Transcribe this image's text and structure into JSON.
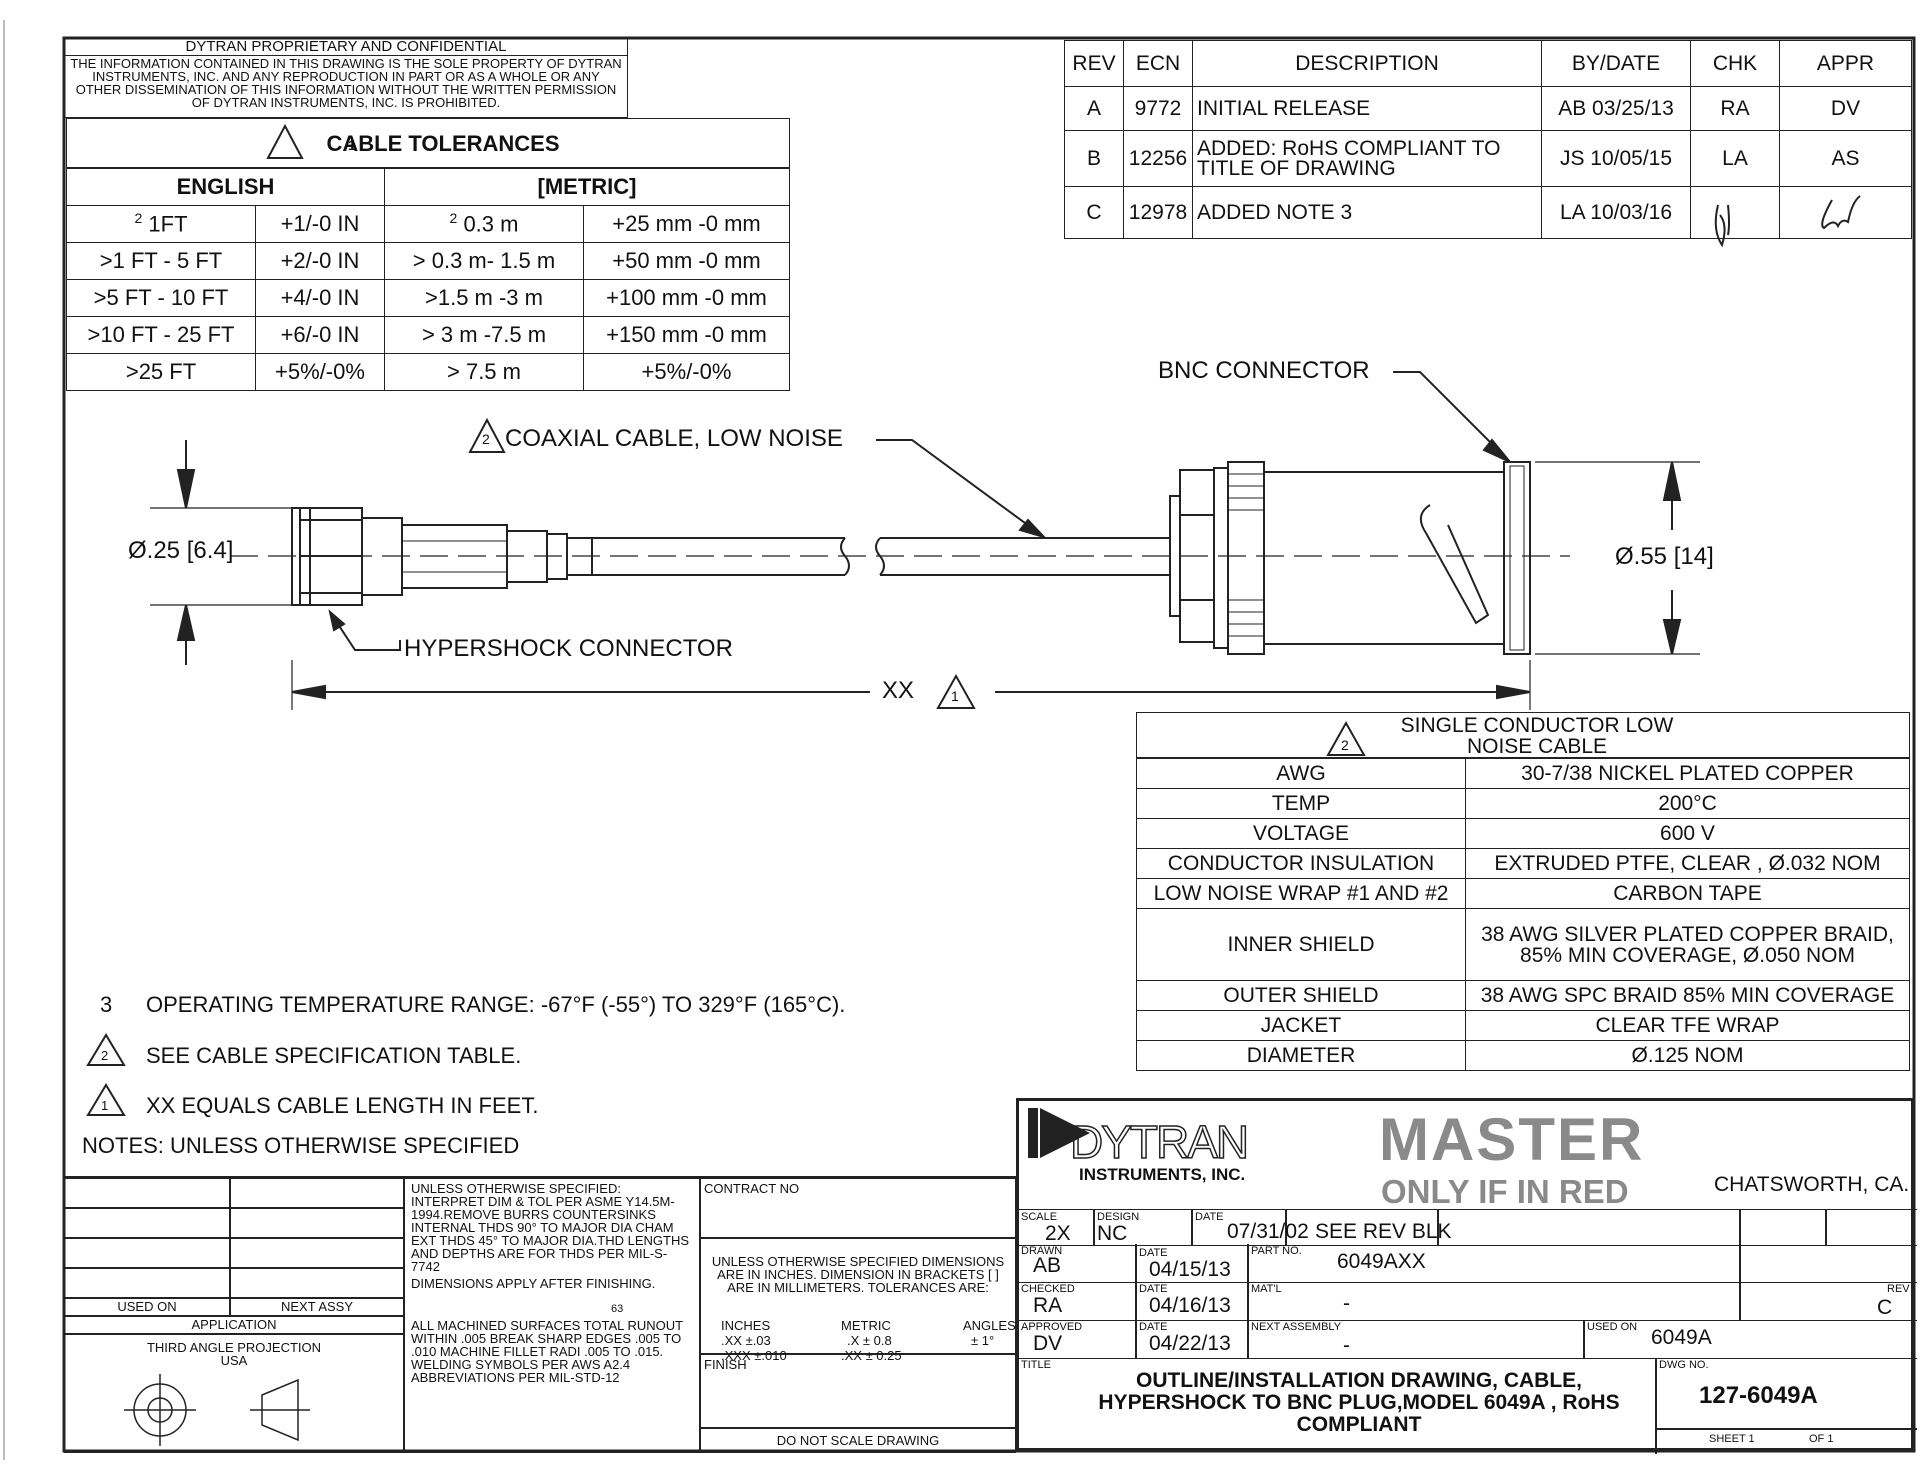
{
  "confidential": {
    "title": "DYTRAN PROPRIETARY AND CONFIDENTIAL",
    "text": "THE INFORMATION CONTAINED IN THIS DRAWING IS THE SOLE PROPERTY OF DYTRAN INSTRUMENTS, INC. AND ANY REPRODUCTION IN PART OR AS A WHOLE OR ANY OTHER DISSEMINATION OF THIS INFORMATION WITHOUT THE WRITTEN PERMISSION OF DYTRAN INSTRUMENTS, INC. IS PROHIBITED."
  },
  "tolerances": {
    "flag": "1",
    "title": "CABLE TOLERANCES",
    "english_header": "ENGLISH",
    "metric_header": "[METRIC]",
    "rows": [
      {
        "en_range": "1FT",
        "en_prefix": "2",
        "en_tol": "+1/-0 IN",
        "m_range": "0.3 m",
        "m_prefix": "2",
        "m_tol": "+25 mm -0 mm"
      },
      {
        "en_range": ">1 FT - 5 FT",
        "en_prefix": "",
        "en_tol": "+2/-0 IN",
        "m_range": "> 0.3 m- 1.5 m",
        "m_prefix": "",
        "m_tol": "+50 mm -0 mm"
      },
      {
        "en_range": ">5 FT - 10 FT",
        "en_prefix": "",
        "en_tol": "+4/-0 IN",
        "m_range": ">1.5 m -3 m",
        "m_prefix": "",
        "m_tol": "+100 mm -0 mm"
      },
      {
        "en_range": ">10 FT - 25 FT",
        "en_prefix": "",
        "en_tol": "+6/-0 IN",
        "m_range": "> 3 m -7.5 m",
        "m_prefix": "",
        "m_tol": "+150 mm -0 mm"
      },
      {
        "en_range": ">25 FT",
        "en_prefix": "",
        "en_tol": "+5%/-0%",
        "m_range": "> 7.5 m",
        "m_prefix": "",
        "m_tol": "+5%/-0%"
      }
    ]
  },
  "revisions": {
    "headers": [
      "REV",
      "ECN",
      "DESCRIPTION",
      "BY/DATE",
      "CHK",
      "APPR"
    ],
    "rows": [
      {
        "rev": "A",
        "ecn": "9772",
        "desc": "INITIAL RELEASE",
        "bydate": "AB 03/25/13",
        "chk": "RA",
        "appr": "DV"
      },
      {
        "rev": "B",
        "ecn": "12256",
        "desc": "ADDED: RoHS COMPLIANT TO TITLE OF DRAWING",
        "bydate": "JS 10/05/15",
        "chk": "LA",
        "appr": "AS"
      },
      {
        "rev": "C",
        "ecn": "12978",
        "desc": "ADDED NOTE 3",
        "bydate": "LA 10/03/16",
        "chk": "",
        "appr": ""
      }
    ]
  },
  "drawing": {
    "bnc_label": "BNC CONNECTOR",
    "coax_flag": "2",
    "coax_label": "COAXIAL CABLE, LOW NOISE",
    "dia_left": "Ø.25 [6.4]",
    "dia_right": "Ø.55 [14]",
    "hypershock_label": "HYPERSHOCK CONNECTOR",
    "length_label": "XX",
    "length_flag": "1"
  },
  "spec_table": {
    "flag": "2",
    "title": "SINGLE CONDUCTOR LOW NOISE CABLE",
    "rows": [
      {
        "k": "AWG",
        "v": "30-7/38 NICKEL PLATED COPPER"
      },
      {
        "k": "TEMP",
        "v": "200°C"
      },
      {
        "k": "VOLTAGE",
        "v": "600 V"
      },
      {
        "k": "CONDUCTOR INSULATION",
        "v": "EXTRUDED PTFE, CLEAR , Ø.032 NOM"
      },
      {
        "k": "LOW NOISE WRAP #1 AND #2",
        "v": "CARBON TAPE"
      },
      {
        "k": "INNER SHIELD",
        "v": "38 AWG SILVER PLATED COPPER BRAID, 85% MIN COVERAGE, Ø.050 NOM"
      },
      {
        "k": "OUTER SHIELD",
        "v": "38 AWG SPC BRAID 85% MIN COVERAGE"
      },
      {
        "k": "JACKET",
        "v": "CLEAR TFE WRAP"
      },
      {
        "k": "DIAMETER",
        "v": "Ø.125 NOM"
      }
    ]
  },
  "notes": {
    "note3_num": "3",
    "note3": "OPERATING TEMPERATURE RANGE: -67°F (-55°) TO 329°F (165°C).",
    "note2_flag": "2",
    "note2": "SEE CABLE SPECIFICATION TABLE.",
    "note1_flag": "1",
    "note1": "XX EQUALS CABLE LENGTH IN FEET.",
    "header": "NOTES: UNLESS OTHERWISE SPECIFIED"
  },
  "title_block": {
    "used_on": "USED ON",
    "next_assy": "NEXT ASSY",
    "application": "APPLICATION",
    "projection": "THIRD ANGLE PROJECTION",
    "projection_country": "USA",
    "general_notes": "UNLESS OTHERWISE SPECIFIED: INTERPRET DIM & TOL PER ASME Y14.5M-1994.REMOVE BURRS COUNTERSINKS INTERNAL THDS 90° TO MAJOR DIA CHAM EXT THDS 45° TO MAJOR DIA.THD LENGTHS AND DEPTHS ARE FOR THDS PER MIL-S-7742",
    "dims_after": "DIMENSIONS APPLY AFTER FINISHING.",
    "surface_num": "63",
    "surfaces": "ALL MACHINED SURFACES TOTAL RUNOUT WITHIN .005 BREAK SHARP EDGES .005 TO .010 MACHINE FILLET RADI .005 TO .015. WELDING SYMBOLS PER AWS A2.4 ABBREVIATIONS PER MIL-STD-12",
    "contract_no": "CONTRACT NO",
    "dims_note": "UNLESS OTHERWISE SPECIFIED DIMENSIONS ARE IN INCHES. DIMENSION IN BRACKETS [ ] ARE IN MILLIMETERS. TOLERANCES ARE:",
    "tol_inches_h": "INCHES",
    "tol_metric_h": "METRIC",
    "tol_angles_h": "ANGLES",
    "tol_in1": ".XX ±.03",
    "tol_in2": ".XXX ±.010",
    "tol_m1": ".X ± 0.8",
    "tol_m2": ".XX ± 0.25",
    "tol_ang": "± 1°",
    "finish": "FINISH",
    "do_not_scale": "DO NOT SCALE DRAWING",
    "company_top": "DYTRAN",
    "company_sub": "INSTRUMENTS, INC.",
    "master": "MASTER",
    "master_sub": "ONLY IF IN RED",
    "location": "CHATSWORTH, CA.",
    "scale_l": "SCALE",
    "scale": "2X",
    "design_l": "DESIGN",
    "design": "NC",
    "date_l": "DATE",
    "design_date": "07/31/02",
    "see_rev": "SEE REV BLK",
    "drawn_l": "DRAWN",
    "drawn": "AB",
    "drawn_date": "04/15/13",
    "part_l": "PART NO.",
    "part": "6049AXX",
    "checked_l": "CHECKED",
    "checked": "RA",
    "checked_date": "04/16/13",
    "matl_l": "MAT'L",
    "matl": "-",
    "rev_l": "REV",
    "rev": "C",
    "approved_l": "APPROVED",
    "approved": "DV",
    "approved_date": "04/22/13",
    "next_l": "NEXT ASSEMBLY",
    "next": "-",
    "usedon_l": "USED ON",
    "usedon": "6049A",
    "title_l": "TITLE",
    "title": "OUTLINE/INSTALLATION DRAWING, CABLE, HYPERSHOCK TO BNC PLUG,MODEL 6049A , RoHS COMPLIANT",
    "dwg_l": "DWG NO.",
    "dwg": "127-6049A",
    "sheet": "SHEET 1",
    "of": "OF 1"
  }
}
